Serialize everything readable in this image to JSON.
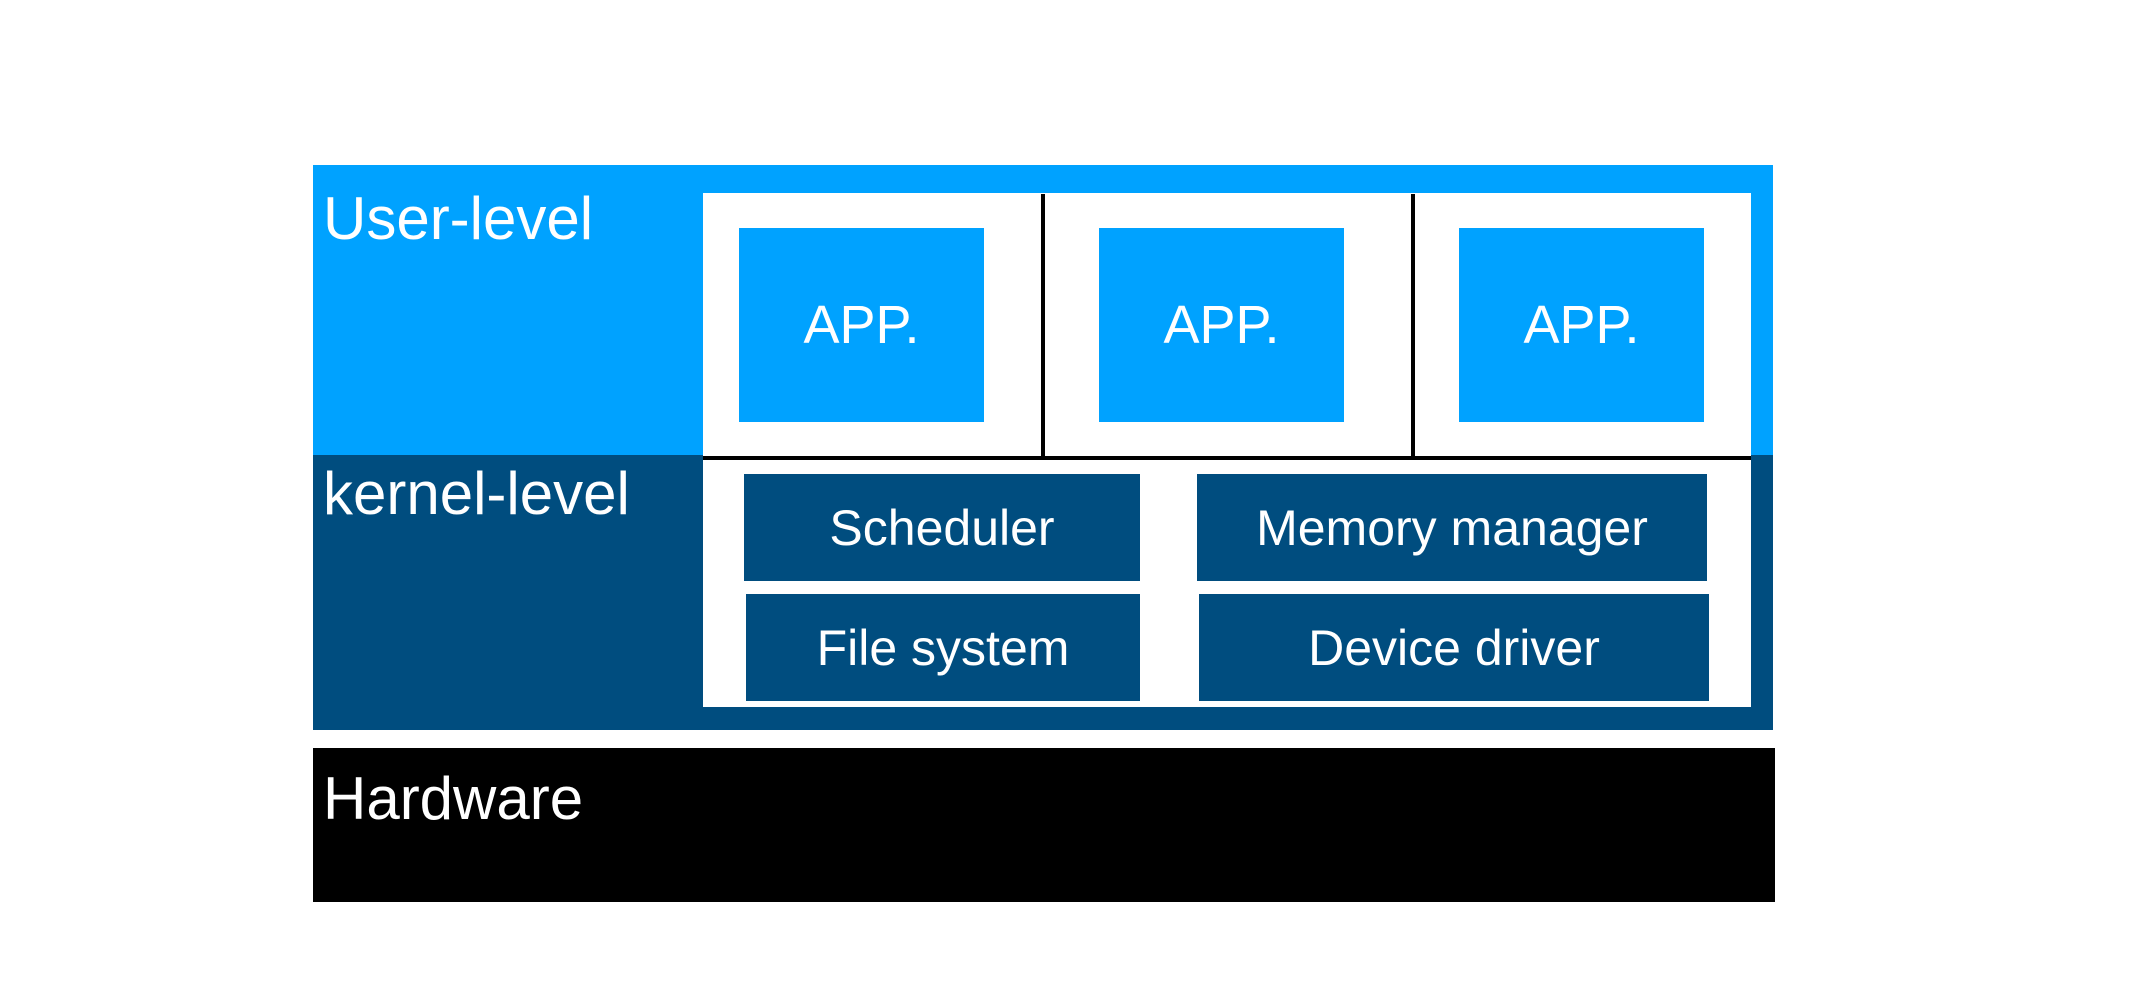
{
  "colors": {
    "user_level": "#00A2FF",
    "kernel_level": "#004D7F",
    "hardware": "#000000",
    "panel": "#FFFFFF",
    "text": "#FFFFFF"
  },
  "layers": {
    "user": {
      "label": "User-level"
    },
    "kernel": {
      "label": "kernel-level"
    },
    "hardware": {
      "label": "Hardware"
    }
  },
  "apps": [
    {
      "label": "APP."
    },
    {
      "label": "APP."
    },
    {
      "label": "APP."
    }
  ],
  "kernel_components": [
    {
      "label": "Scheduler"
    },
    {
      "label": "Memory manager"
    },
    {
      "label": "File system"
    },
    {
      "label": "Device driver"
    }
  ]
}
